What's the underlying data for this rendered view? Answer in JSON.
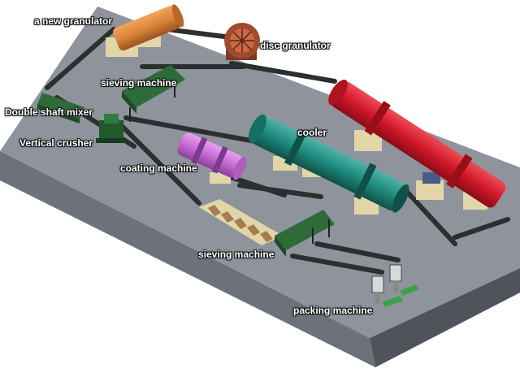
{
  "labels": {
    "new_granulator": "a new granulator",
    "disc_granulator": "disc granulator",
    "sieving_machine_upper": "sieving machine",
    "double_shaft_mixer": "Double shaft mixer",
    "vertical_crusher": "Vertical crusher",
    "cooler": "cooler",
    "coating_machine": "coating machine",
    "sieving_machine_lower": "sieving machine",
    "packing_machine": "packing machine"
  },
  "colors": {
    "platform_top": "#8f939b",
    "platform_side": "#5a5e66",
    "granulator": "#d9843a",
    "disc": "#a24a2c",
    "dryer": "#d1182a",
    "cooler": "#1e8a7e",
    "coating": "#c76bd6",
    "machine_green": "#2f6b3a",
    "base_block": "#e2d6a8",
    "conveyor": "#2b2f2f"
  }
}
